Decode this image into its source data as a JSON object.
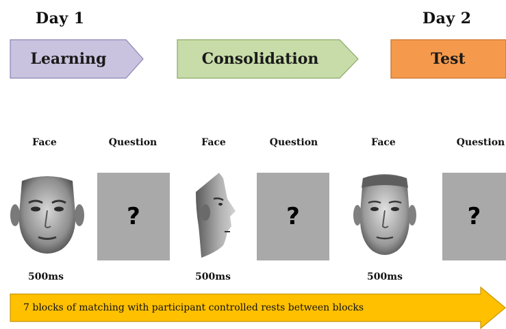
{
  "days": {
    "day1": "Day 1",
    "day2": "Day 2"
  },
  "phases": [
    {
      "label": "Learning",
      "fill": "#c9c3df"
    },
    {
      "label": "Consolidation",
      "fill": "#c7dca8"
    },
    {
      "label": "Test",
      "fill": "#f59a4c"
    }
  ],
  "columns": [
    "Face",
    "Question",
    "Face",
    "Question",
    "Face",
    "Question"
  ],
  "durations": [
    "500ms",
    "500ms",
    "500ms"
  ],
  "question_mark": "?",
  "question_box_color": "#a9a9a9",
  "banner": {
    "text": "7 blocks of matching with participant controlled rests between blocks",
    "fill": "#ffc000"
  }
}
